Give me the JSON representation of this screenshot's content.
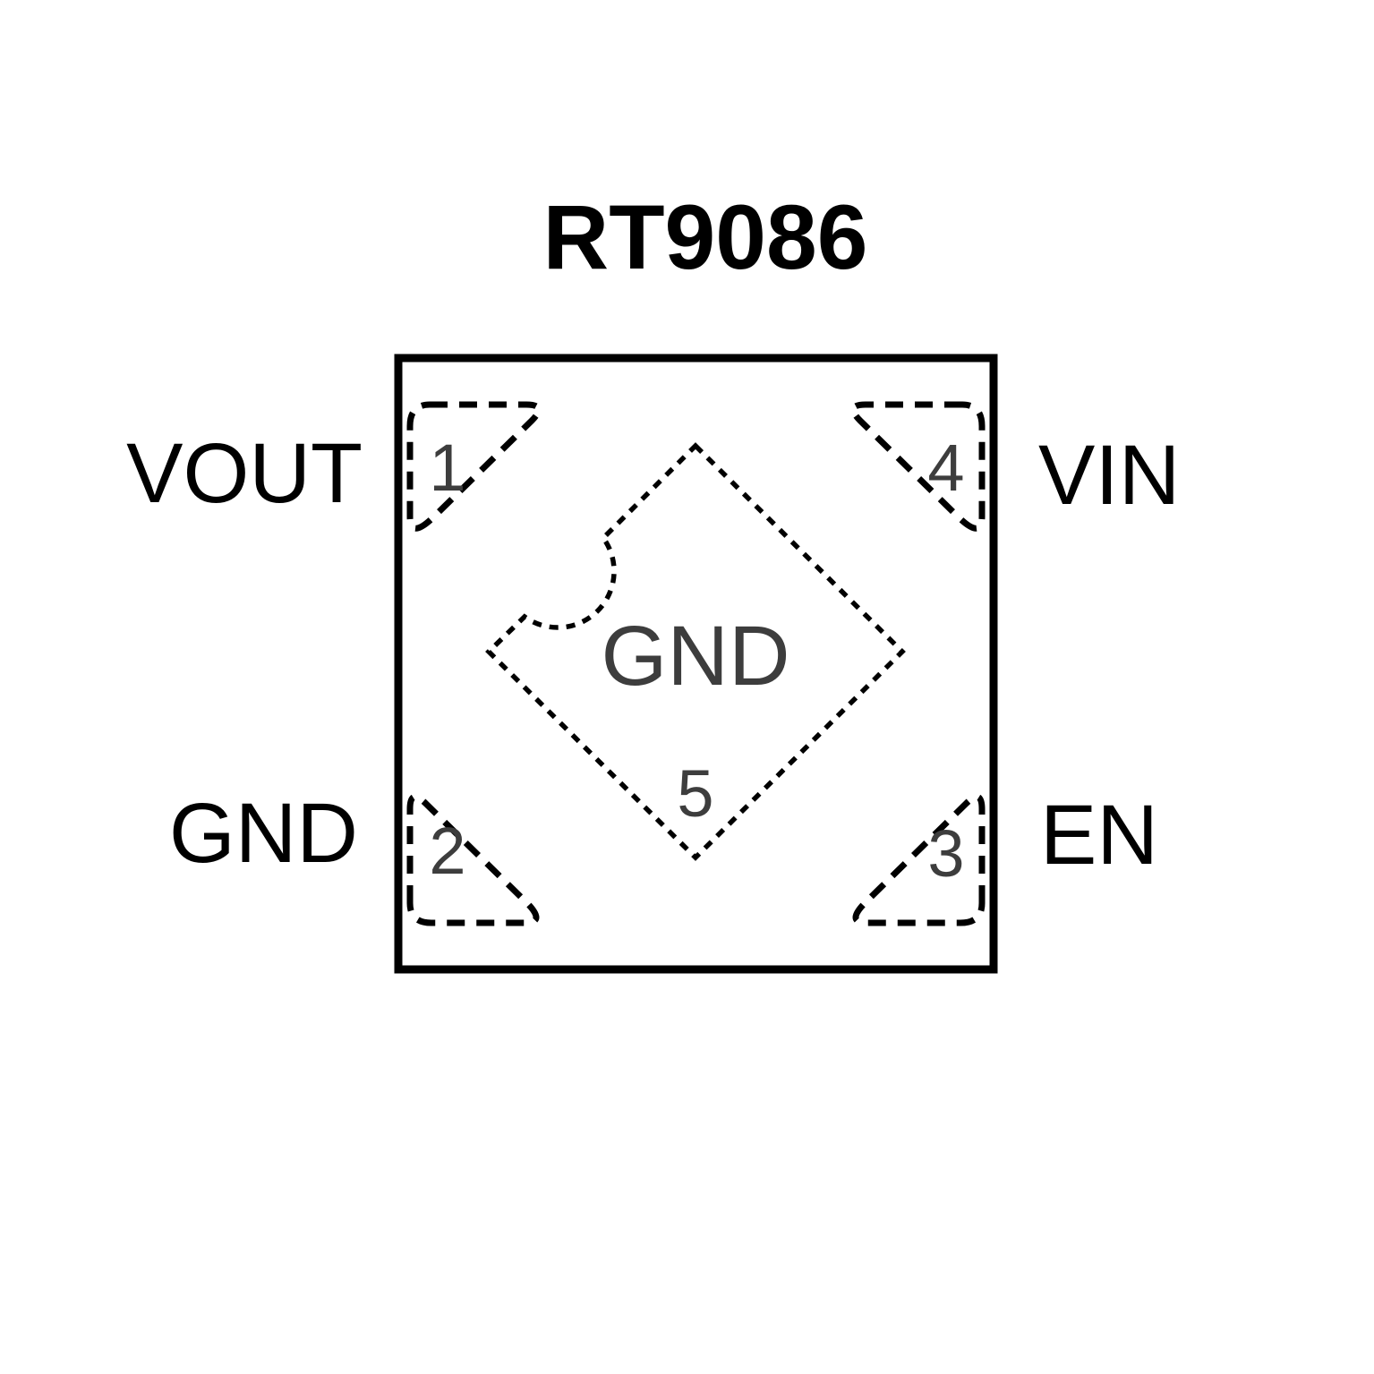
{
  "diagram": {
    "title": "RT9086",
    "package": {
      "pins": [
        {
          "number": "1",
          "label": "VOUT",
          "position": "top-left"
        },
        {
          "number": "2",
          "label": "GND",
          "position": "bottom-left"
        },
        {
          "number": "3",
          "label": "EN",
          "position": "bottom-right"
        },
        {
          "number": "4",
          "label": "VIN",
          "position": "top-right"
        }
      ],
      "center_pad": {
        "number": "5",
        "label": "GND"
      }
    },
    "colors": {
      "outline": "#000000",
      "label_text": "#000000",
      "pin_number_text": "#3d3d3d",
      "background": "#ffffff"
    }
  }
}
